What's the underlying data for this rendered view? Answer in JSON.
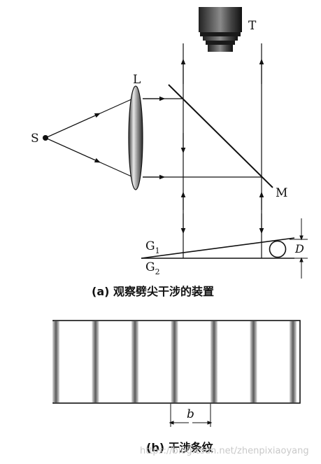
{
  "figure_a": {
    "labels": {
      "telescope": "T",
      "lens": "L",
      "source": "S",
      "mirror": "M",
      "glass_top": "G",
      "glass_top_sub": "1",
      "glass_bottom": "G",
      "glass_bottom_sub": "2",
      "diameter": "D"
    },
    "caption": "(a) 观察劈尖干涉的装置"
  },
  "figure_b": {
    "fringe_count": 7,
    "spacing_label": "b",
    "caption": "(b) 干涉条纹"
  },
  "watermark": "https://blog.csdn.net/zhenpixiaoyang",
  "colors": {
    "ink": "#111111",
    "fringe_dark": "#5a5a5a",
    "fringe_light": "#d8d8d8",
    "watermark": "#c9c9c9"
  }
}
